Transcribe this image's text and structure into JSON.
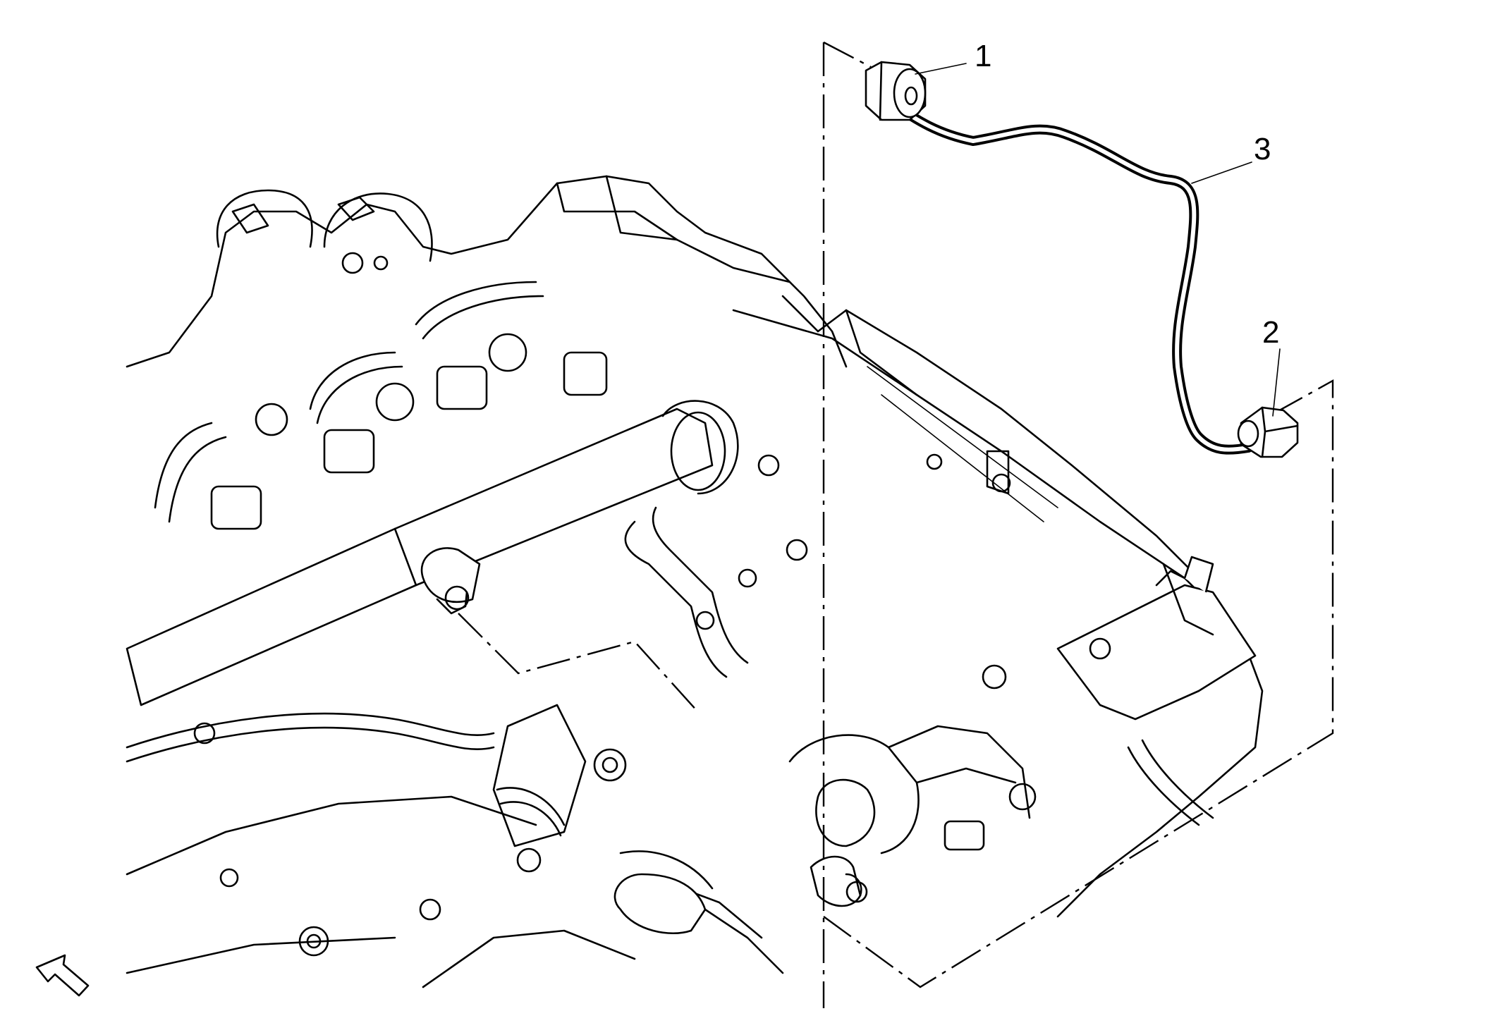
{
  "callouts": [
    {
      "id": "1",
      "label": "1"
    },
    {
      "id": "2",
      "label": "2"
    },
    {
      "id": "3",
      "label": "3"
    }
  ],
  "icons": {
    "orientation_arrow": "front-arrow-icon"
  },
  "colors": {
    "line": "#000000",
    "background": "#ffffff"
  }
}
